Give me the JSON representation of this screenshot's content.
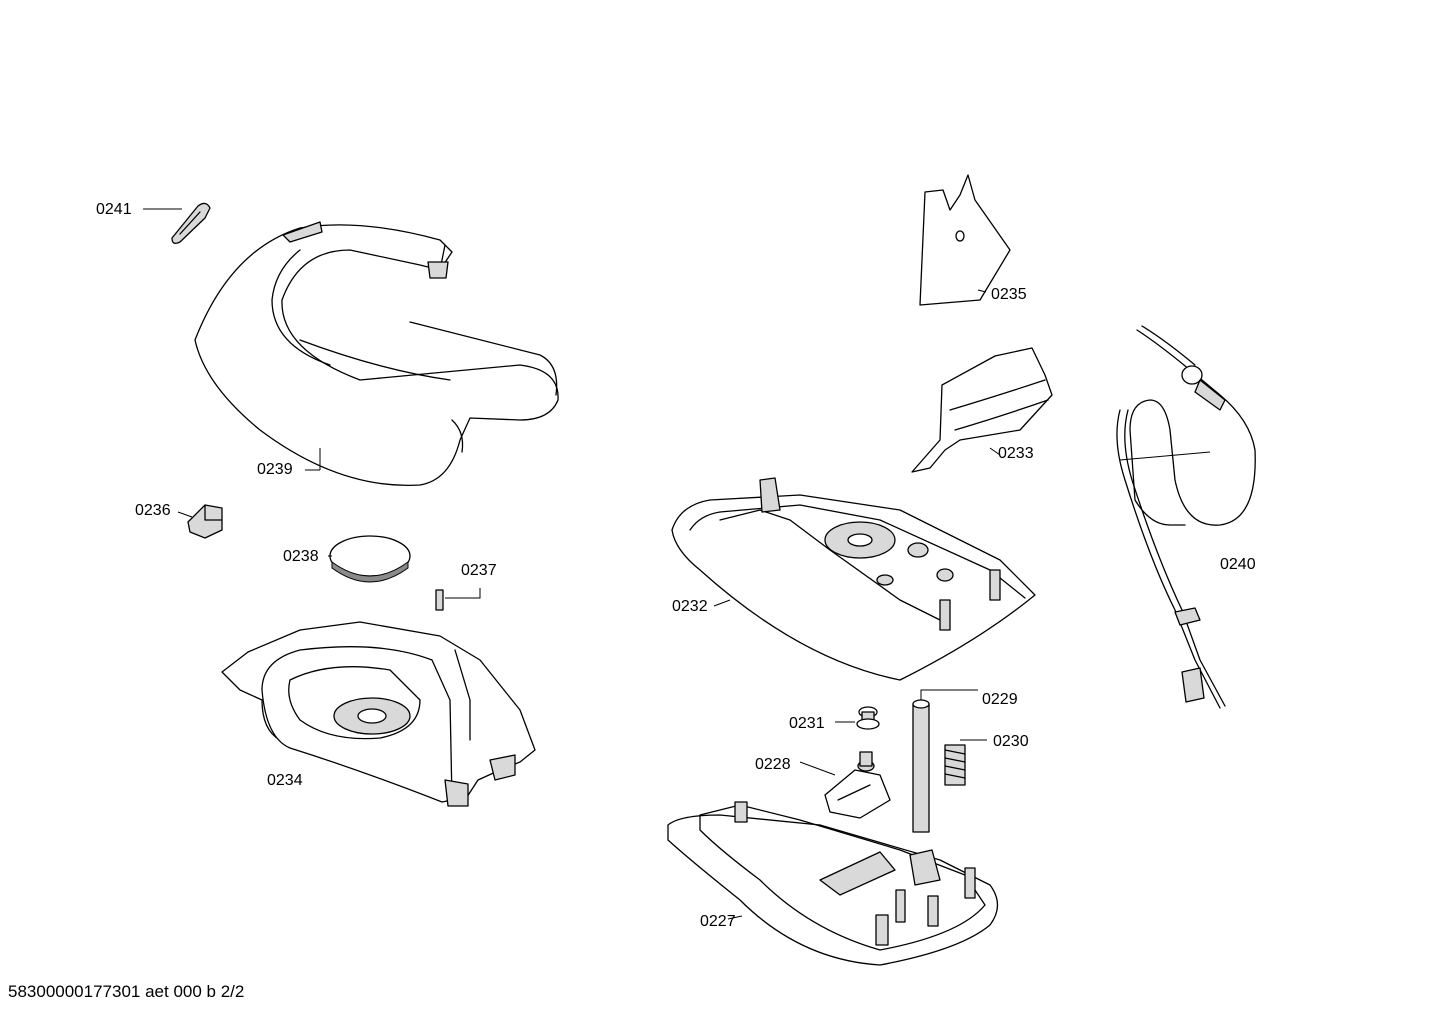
{
  "parts": [
    {
      "id": "0241",
      "label": "0241"
    },
    {
      "id": "0239",
      "label": "0239"
    },
    {
      "id": "0236",
      "label": "0236"
    },
    {
      "id": "0238",
      "label": "0238"
    },
    {
      "id": "0237",
      "label": "0237"
    },
    {
      "id": "0234",
      "label": "0234"
    },
    {
      "id": "0235",
      "label": "0235"
    },
    {
      "id": "0233",
      "label": "0233"
    },
    {
      "id": "0232",
      "label": "0232"
    },
    {
      "id": "0240",
      "label": "0240"
    },
    {
      "id": "0229",
      "label": "0229"
    },
    {
      "id": "0231",
      "label": "0231"
    },
    {
      "id": "0230",
      "label": "0230"
    },
    {
      "id": "0228",
      "label": "0228"
    },
    {
      "id": "0227",
      "label": "0227"
    }
  ],
  "footer": {
    "document_id": "58300000177301 aet 000 b 2/2"
  }
}
